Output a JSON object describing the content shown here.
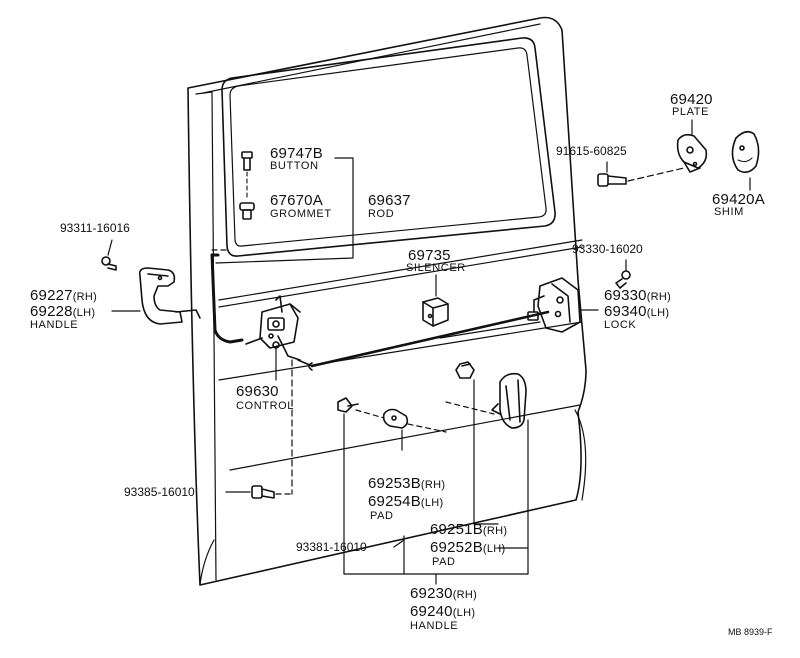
{
  "parts": {
    "button": {
      "number": "69747B",
      "name": "BUTTON"
    },
    "grommet": {
      "number": "67670A",
      "name": "GROMMET"
    },
    "rod": {
      "number": "69637",
      "name": "ROD"
    },
    "silencer": {
      "number": "69735",
      "name": "SILENCER"
    },
    "plate": {
      "number": "69420",
      "name": "PLATE"
    },
    "shim": {
      "number": "69420A",
      "name": "SHIM"
    },
    "bolt_91615": {
      "number": "91615-60825"
    },
    "screw_93311": {
      "number": "93311-16016"
    },
    "screw_93330": {
      "number": "93330-16020"
    },
    "inner_handle": {
      "rh": "69227",
      "rh_tag": "(RH)",
      "lh": "69228",
      "lh_tag": "(LH)",
      "name": "HANDLE"
    },
    "lock": {
      "rh": "69330",
      "rh_tag": "(RH)",
      "lh": "69340",
      "lh_tag": "(LH)",
      "name": "LOCK"
    },
    "control": {
      "number": "69630",
      "name": "CONTROL"
    },
    "screw_93385": {
      "number": "93385-16010"
    },
    "pad_69253": {
      "rh": "69253B",
      "rh_tag": "(RH)",
      "lh": "69254B",
      "lh_tag": "(LH)",
      "name": "PAD"
    },
    "pad_69251": {
      "rh": "69251B",
      "rh_tag": "(RH)",
      "lh": "69252B",
      "lh_tag": "(LH)",
      "name": "PAD"
    },
    "screw_93381": {
      "number": "93381-16010"
    },
    "outer_handle": {
      "rh": "69230",
      "rh_tag": "(RH)",
      "lh": "69240",
      "lh_tag": "(LH)",
      "name": "HANDLE"
    }
  },
  "footer": {
    "code": "MB 8939-F"
  }
}
